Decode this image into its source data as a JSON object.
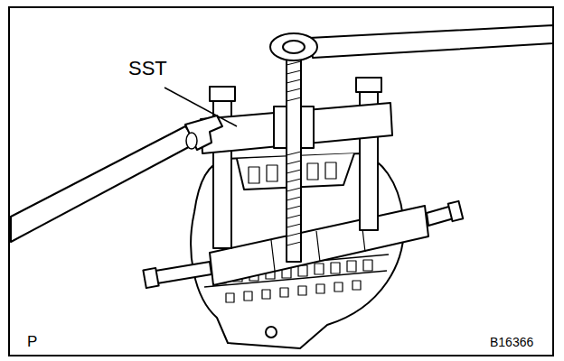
{
  "diagram": {
    "labels": [
      "SST",
      "P",
      "B16366"
    ]
  }
}
